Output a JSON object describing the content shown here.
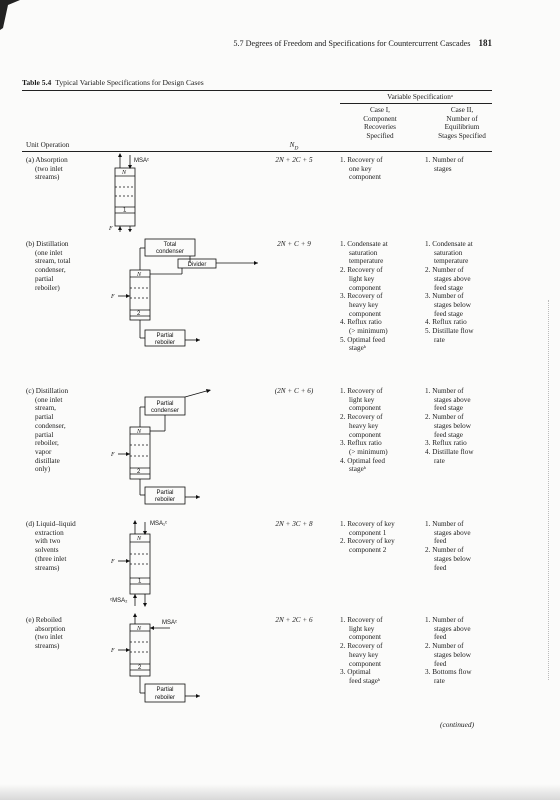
{
  "running_head": {
    "text": "5.7 Degrees of Freedom and Specifications for Countercurrent Cascades",
    "page_number": "181"
  },
  "caption": {
    "label": "Table 5.4",
    "title": "Typical Variable Specifications for Design Cases"
  },
  "header": {
    "variable_spec": "Variable Specificationᵃ",
    "unit_operation": "Unit Operation",
    "nd": "N",
    "nd_sub": "D",
    "case1": [
      "Case I,",
      "Component",
      "Recoveries",
      "Specified"
    ],
    "case2": [
      "Case II,",
      "Number of",
      "Equilibrium",
      "Stages Specified"
    ]
  },
  "rows": [
    {
      "op": [
        "(a) Absorption",
        "(two inlet",
        "streams)"
      ],
      "nd": "2N + 2C + 5",
      "case1": [
        "1. Recovery of",
        "one key",
        "component"
      ],
      "case2": [
        "1. Number of",
        "stages"
      ]
    },
    {
      "op": [
        "(b) Distillation",
        "(one inlet",
        "stream, total",
        "condenser,",
        "partial",
        "reboiler)"
      ],
      "nd": "2N + C + 9",
      "case1": [
        "1. Condensate at",
        "saturation",
        "temperature",
        "2. Recovery of",
        "light key",
        "component",
        "3. Recovery of",
        "heavy key",
        "component",
        "4. Reflux ratio",
        "(> minimum)",
        "5. Optimal feed",
        "stageᵇ"
      ],
      "case2": [
        "1. Condensate at",
        "saturation",
        "temperature",
        "2. Number of",
        "stages above",
        "feed stage",
        "3. Number of",
        "stages below",
        "feed stage",
        "4. Reflux ratio",
        "5. Distillate flow",
        "rate"
      ]
    },
    {
      "op": [
        "(c) Distillation",
        "(one inlet",
        "stream,",
        "partial",
        "condenser,",
        "partial",
        "reboiler,",
        "vapor",
        "distillate",
        "only)"
      ],
      "nd": "(2N + C + 6)",
      "case1": [
        "1. Recovery of",
        "light key",
        "component",
        "2. Recovery of",
        "heavy key",
        "component",
        "3. Reflux ratio",
        "(> minimum)",
        "4. Optimal feed",
        "stageᵇ"
      ],
      "case2": [
        "1. Number of",
        "stages above",
        "feed stage",
        "2. Number of",
        "stages below",
        "feed stage",
        "3. Reflux ratio",
        "4. Distillate flow",
        "rate"
      ]
    },
    {
      "op": [
        "(d) Liquid–liquid",
        "extraction",
        "with two",
        "solvents",
        "(three inlet",
        "streams)"
      ],
      "nd": "2N + 3C + 8",
      "case1": [
        "1. Recovery of key",
        "component 1",
        "2. Recovery of key",
        "component 2"
      ],
      "case2": [
        "1. Number of",
        "stages above",
        "feed",
        "2. Number of",
        "stages below",
        "feed"
      ]
    },
    {
      "op": [
        "(e) Reboiled",
        "absorption",
        "(two inlet",
        "streams)"
      ],
      "nd": "2N + 2C + 6",
      "case1": [
        "1. Recovery of",
        "light key",
        "component",
        "2. Recovery of",
        "heavy key",
        "component",
        "3. Optimal",
        "feed stageᵇ"
      ],
      "case2": [
        "1. Number of",
        "stages above",
        "feed",
        "2. Number of",
        "stages below",
        "feed",
        "3. Bottoms flow",
        "rate"
      ]
    }
  ],
  "diagram_labels": {
    "msa": "MSAᶜ",
    "msa1": "MSA₁ᶜ",
    "msa2": "ᶜMSA₂",
    "stage_n": "N",
    "stage_1": "1",
    "stage_2": "2",
    "feed": "F",
    "total_condenser": [
      "Total",
      "condenser"
    ],
    "divider": "Divider",
    "partial_condenser": [
      "Partial",
      "condenser"
    ],
    "partial_reboiler": [
      "Partial",
      "reboiler"
    ]
  },
  "continued": "(continued)"
}
